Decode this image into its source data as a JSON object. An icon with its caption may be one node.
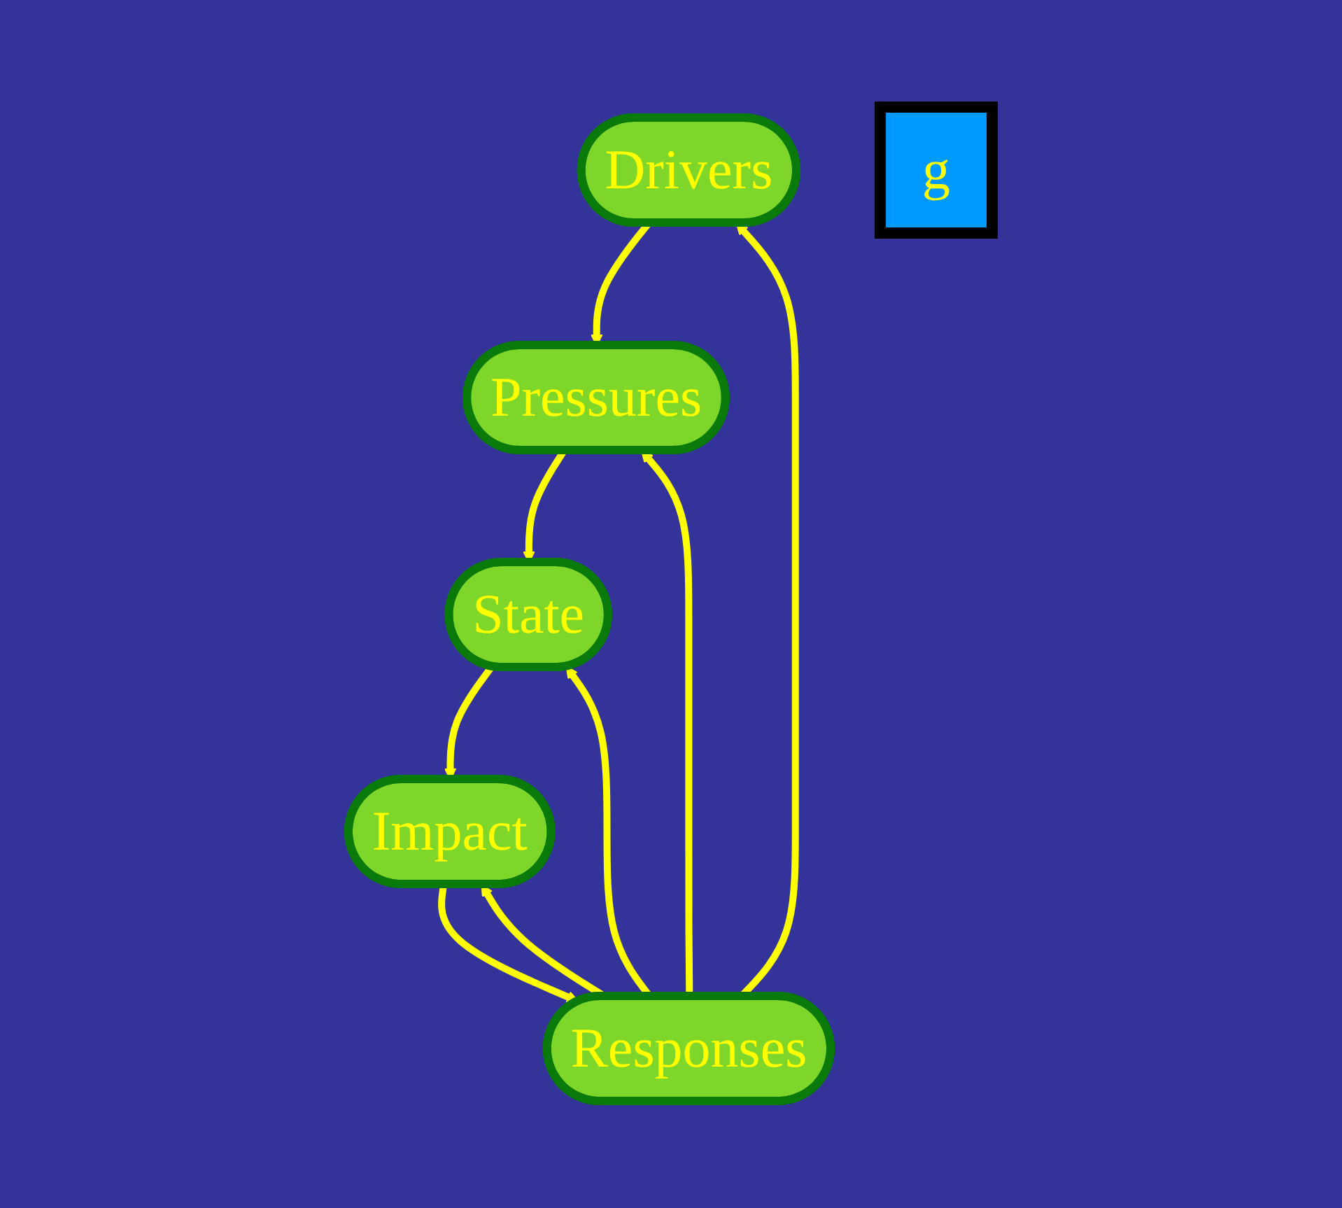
{
  "diagram": {
    "nodes": [
      {
        "text": [
          "Drivers"
        ]
      },
      {
        "text": [
          "Responses"
        ]
      },
      {
        "text": [
          "Pressures"
        ]
      },
      {
        "text": [
          "Impact"
        ]
      },
      {
        "text": [
          "g"
        ]
      },
      {
        "text": [
          "State"
        ]
      }
    ],
    "edges": [
      {
        "from": 1,
        "to": 0,
        "arrow": "to"
      },
      {
        "from": 0,
        "to": 2,
        "arrow": "to"
      },
      {
        "from": 1,
        "to": 2,
        "arrow": "to"
      },
      {
        "from": 1,
        "to": 5,
        "arrow": "to"
      },
      {
        "from": 1,
        "to": 3,
        "arrow": "to"
      },
      {
        "from": 3,
        "to": 1,
        "arrow": "to"
      },
      {
        "from": 2,
        "to": 5,
        "arrow": "to"
      },
      {
        "from": 5,
        "to": 3,
        "arrow": "to"
      }
    ]
  }
}
